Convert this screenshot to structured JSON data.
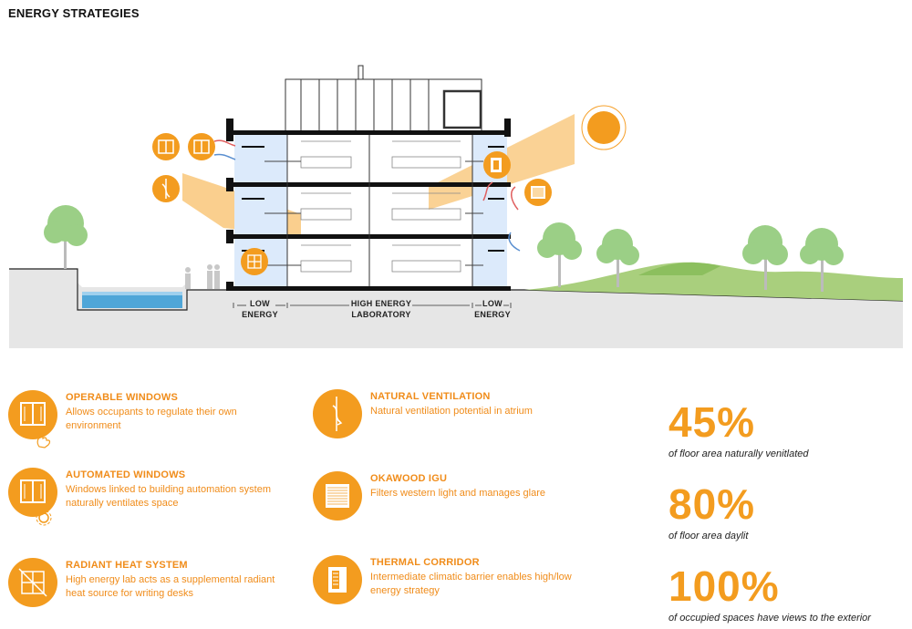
{
  "title": "ENERGY STRATEGIES",
  "zones": [
    {
      "line1": "LOW",
      "line2": "ENERGY"
    },
    {
      "line1": "HIGH ENERGY",
      "line2": "LABORATORY"
    },
    {
      "line1": "LOW",
      "line2": "ENERGY"
    }
  ],
  "strategies": [
    {
      "title": "OPERABLE WINDOWS",
      "description": "Allows occupants to regulate their own environment",
      "icon": "operable-window-icon"
    },
    {
      "title": "AUTOMATED WINDOWS",
      "description": "Windows linked to building automation system naturally ventilates space",
      "icon": "automated-window-icon"
    },
    {
      "title": "RADIANT HEAT SYSTEM",
      "description": "High energy lab acts as a supplemental radiant heat source for writing desks",
      "icon": "radiant-heat-icon"
    },
    {
      "title": "NATURAL VENTILATION",
      "description": "Natural ventilation potential in atrium",
      "icon": "natural-ventilation-icon"
    },
    {
      "title": "OKAWOOD IGU",
      "description": "Filters western light and manages glare",
      "icon": "okawood-igu-icon"
    },
    {
      "title": "THERMAL CORRIDOR",
      "description": "Intermediate climatic barrier enables high/low energy strategy",
      "icon": "thermal-corridor-icon"
    }
  ],
  "stats": [
    {
      "value": "45%",
      "caption": "of floor area naturally venitlated"
    },
    {
      "value": "80%",
      "caption": "of floor area daylit"
    },
    {
      "value": "100%",
      "caption": "of occupied spaces have views to the exterior"
    }
  ],
  "colors": {
    "accent": "#f39c1f",
    "accent_text": "#f08c1a",
    "ground": "#e6e6e6",
    "grass": "#a9cf7d",
    "water": "#4fa6d8",
    "glazing": "#dceafb",
    "sunlight": "#f9c77a"
  }
}
